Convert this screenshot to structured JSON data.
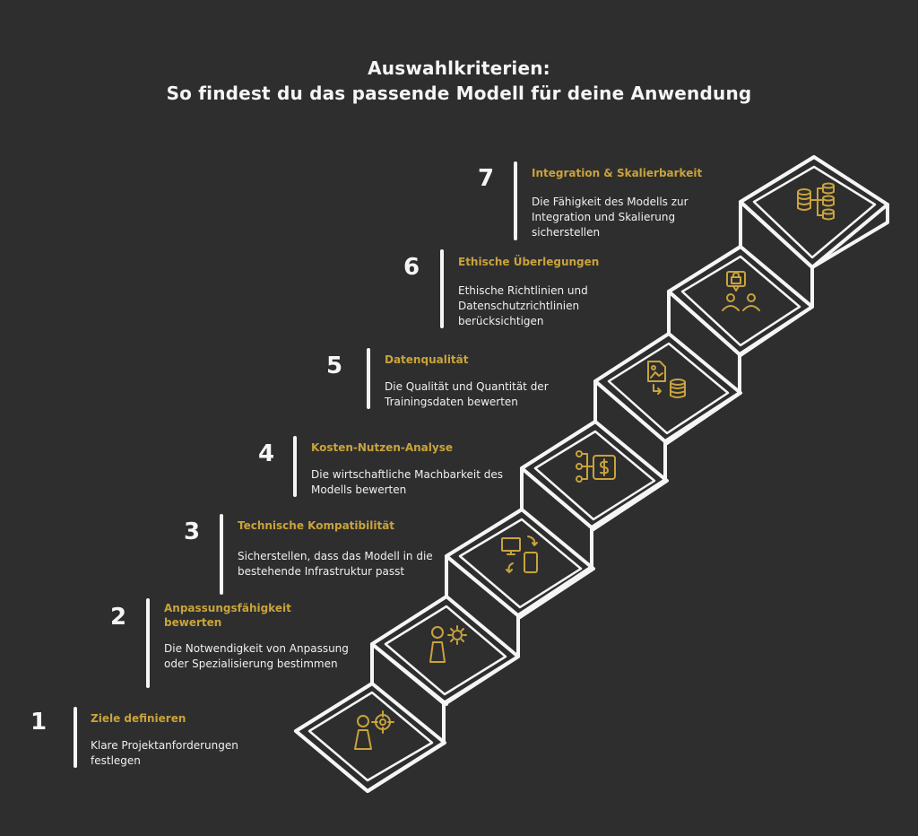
{
  "title": {
    "line1": "Auswahlkriterien:",
    "line2": "So findest du das passende Modell für deine Anwendung"
  },
  "colors": {
    "background": "#2e2e2e",
    "accent": "#c9a33b",
    "line": "#f5f5f5"
  },
  "steps": [
    {
      "number": "1",
      "heading": "Ziele definieren",
      "description": "Klare Projektanforderungen festlegen",
      "icon": "person-target-icon"
    },
    {
      "number": "2",
      "heading": "Anpassungsfähigkeit bewerten",
      "description": "Die Notwendigkeit von Anpassung oder Spezialisierung bestimmen",
      "icon": "person-gear-icon"
    },
    {
      "number": "3",
      "heading": "Technische Kompatibilität",
      "description": "Sicherstellen, dass das Modell in die bestehende Infrastruktur passt",
      "icon": "devices-sync-icon"
    },
    {
      "number": "4",
      "heading": "Kosten-Nutzen-Analyse",
      "description": "Die wirtschaftliche Machbarkeit des Modells bewerten",
      "icon": "cost-flow-icon"
    },
    {
      "number": "5",
      "heading": "Datenqualität",
      "description": "Die Qualität und Quantität der Trainingsdaten bewerten",
      "icon": "data-quality-icon"
    },
    {
      "number": "6",
      "heading": "Ethische Überlegungen",
      "description": "Ethische Richtlinien und Datenschutzrichtlinien berücksichtigen",
      "icon": "people-lock-icon"
    },
    {
      "number": "7",
      "heading": "Integration & Skalierbarkeit",
      "description": "Die Fähigkeit des Modells zur Integration und Skalierung sicherstellen",
      "icon": "database-network-icon"
    }
  ]
}
